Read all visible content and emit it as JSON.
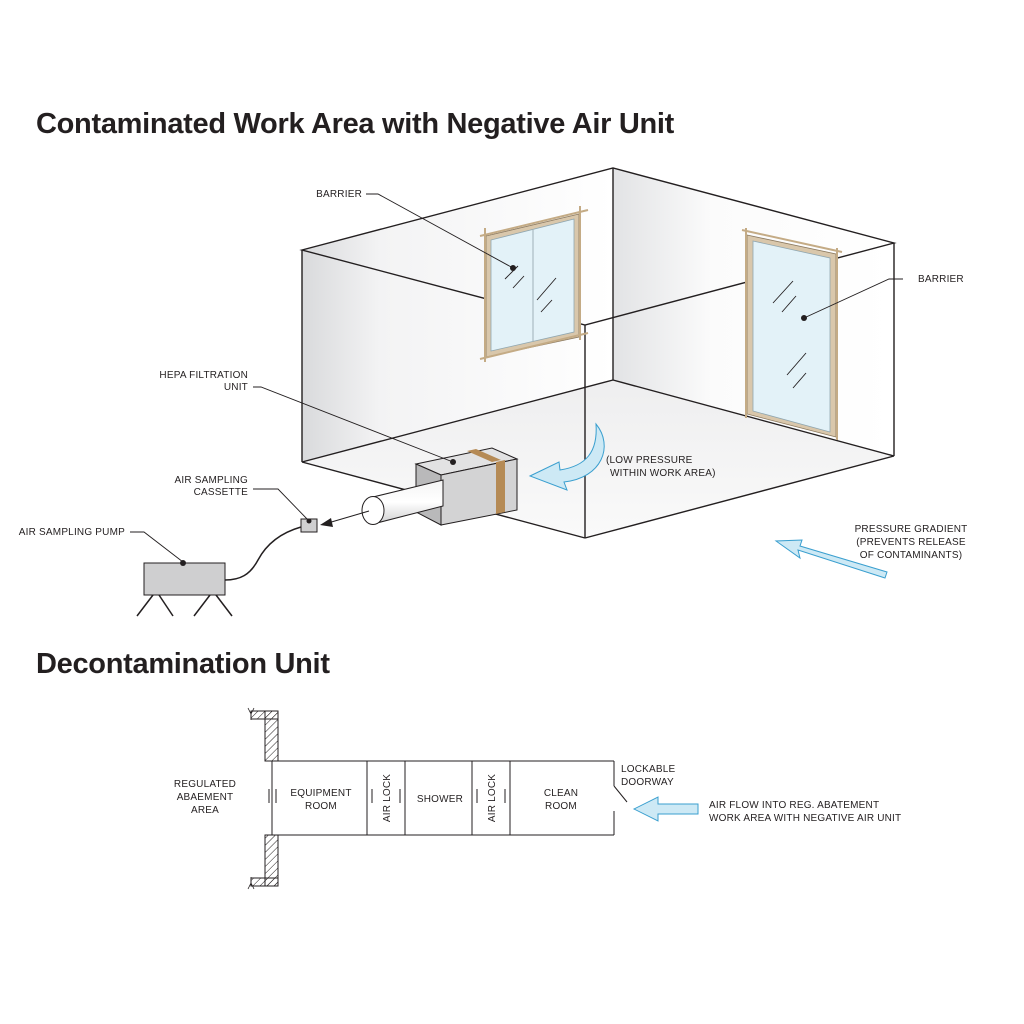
{
  "titles": {
    "work_area": "Contaminated Work Area with Negative Air Unit",
    "decon": "Decontamination Unit"
  },
  "labels": {
    "barrier_window": "BARRIER",
    "barrier_door": "BARRIER",
    "hepa": [
      "HEPA FILTRATION",
      "UNIT"
    ],
    "cassette": [
      "AIR SAMPLING",
      "CASSETTE"
    ],
    "pump": "AIR SAMPLING PUMP",
    "low_pressure": [
      "(LOW PRESSURE",
      "WITHIN WORK AREA)"
    ],
    "gradient": [
      "PRESSURE GRADIENT",
      "(PREVENTS RELEASE",
      "OF CONTAMINANTS)"
    ]
  },
  "decon": {
    "regulated": [
      "REGULATED",
      "ABAEMENT",
      "AREA"
    ],
    "equipment": [
      "EQUIPMENT",
      "ROOM"
    ],
    "airlock1": "AIR LOCK",
    "shower": "SHOWER",
    "airlock2": "AIR LOCK",
    "clean": [
      "CLEAN",
      "ROOM"
    ],
    "lockable": [
      "LOCKABLE",
      "DOORWAY"
    ],
    "airflow": [
      "AIR FLOW INTO REG. ABATEMENT",
      "WORK AREA WITH NEGATIVE AIR UNIT"
    ]
  },
  "colors": {
    "line": "#231f20",
    "wall_shade": "#e9e9ea",
    "glass": "#e3f2f8",
    "frame": "#d9c7ab",
    "arrow_fill": "#cde9f5",
    "arrow_stroke": "#3a9fcf",
    "unit_gray": "#cfcfd0",
    "band": "#b58a55"
  }
}
